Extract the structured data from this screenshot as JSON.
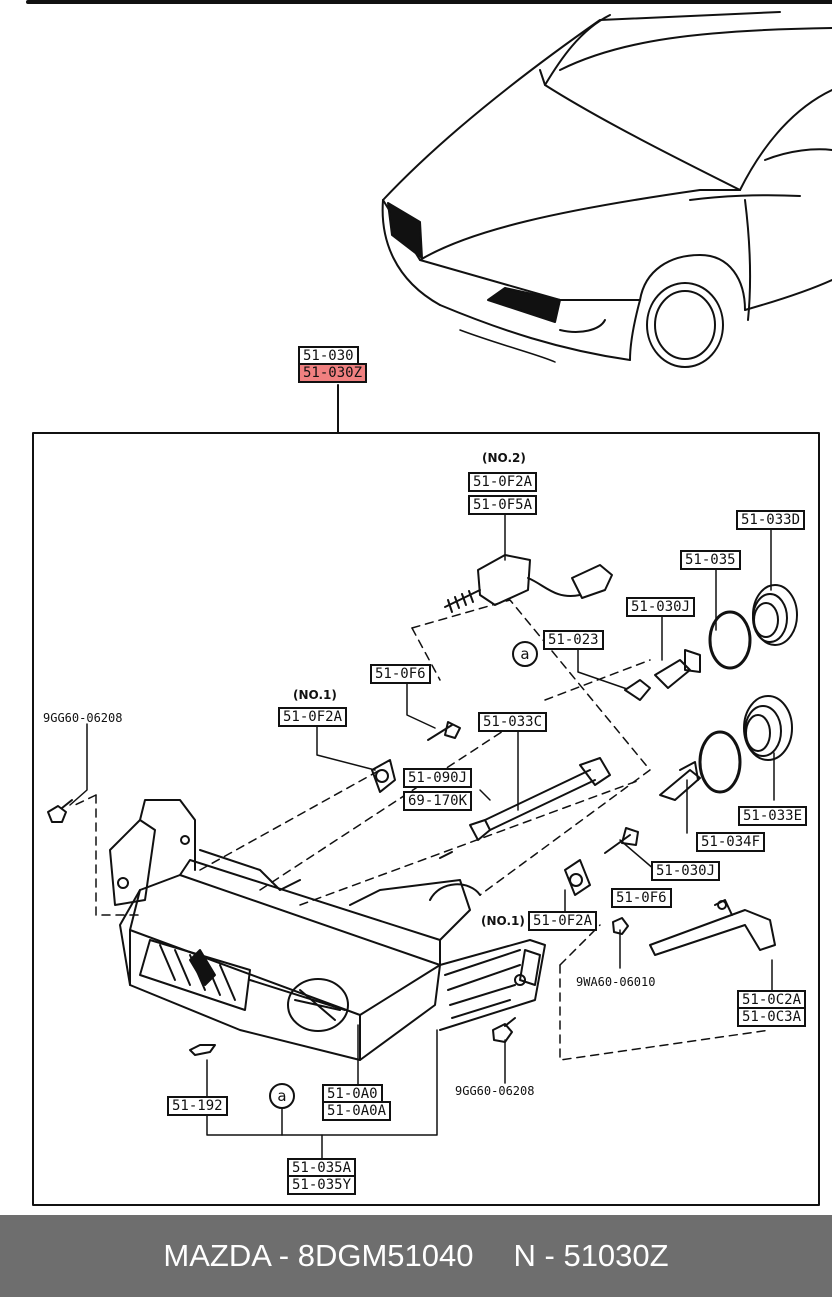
{
  "top_labels": {
    "line1": "51-030",
    "line2": "51-030Z"
  },
  "callouts": {
    "no2": "(NO.2)",
    "no1_left": "(NO.1)",
    "no1_right": "(NO.1)"
  },
  "parts": {
    "p51_0F2A_top": "51-0F2A",
    "p51_0F5A": "51-0F5A",
    "p51_033D": "51-033D",
    "p51_035": "51-035",
    "p51_030J_top": "51-030J",
    "p51_023": "51-023",
    "p51_0F6_top": "51-0F6",
    "p51_0F2A_left": "51-0F2A",
    "p51_033C": "51-033C",
    "p51_090J": "51-090J",
    "p69_170K": "69-170K",
    "p51_033E": "51-033E",
    "p51_034F": "51-034F",
    "p51_030J_bottom": "51-030J",
    "p51_0F6_bottom": "51-0F6",
    "p51_0F2A_bottom": "51-0F2A",
    "p51_0C2A": "51-0C2A",
    "p51_0C3A": "51-0C3A",
    "p51_192": "51-192",
    "p51_0A0": "51-0A0",
    "p51_0A0A": "51-0A0A",
    "p51_035A": "51-035A",
    "p51_035Y": "51-035Y"
  },
  "bolts": {
    "b_left": "9GG60-06208",
    "b_bottom": "9GG60-06208",
    "b_nut": "9WA60-06010"
  },
  "ref_marker": "a",
  "footer": {
    "brand": "MAZDA - 8DGM51040",
    "code": "N - 51030Z"
  },
  "colors": {
    "highlight": "#f08080",
    "footer_bg": "#6e6e6e"
  }
}
